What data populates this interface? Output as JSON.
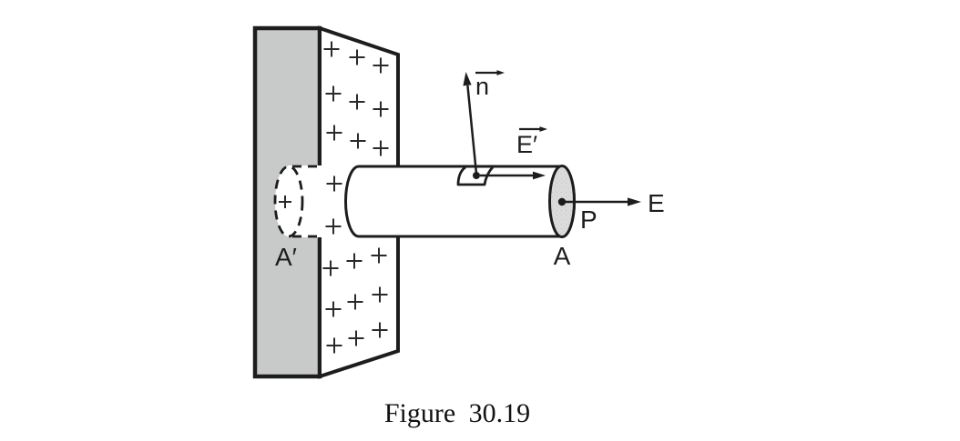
{
  "figure": {
    "caption": "Figure 30.19",
    "labels": {
      "normal_vector": "n",
      "cylinder_side_field": "E′",
      "cap_field": "E",
      "point": "P",
      "front_cap_area": "A",
      "hidden_cap_area": "A′"
    },
    "charge_sign": "+",
    "colors": {
      "line": "#1d1d1d",
      "slab_face_fill": "#c8c9c9",
      "end_cap_fill": "#dcdcdc",
      "background": "#ffffff"
    }
  }
}
